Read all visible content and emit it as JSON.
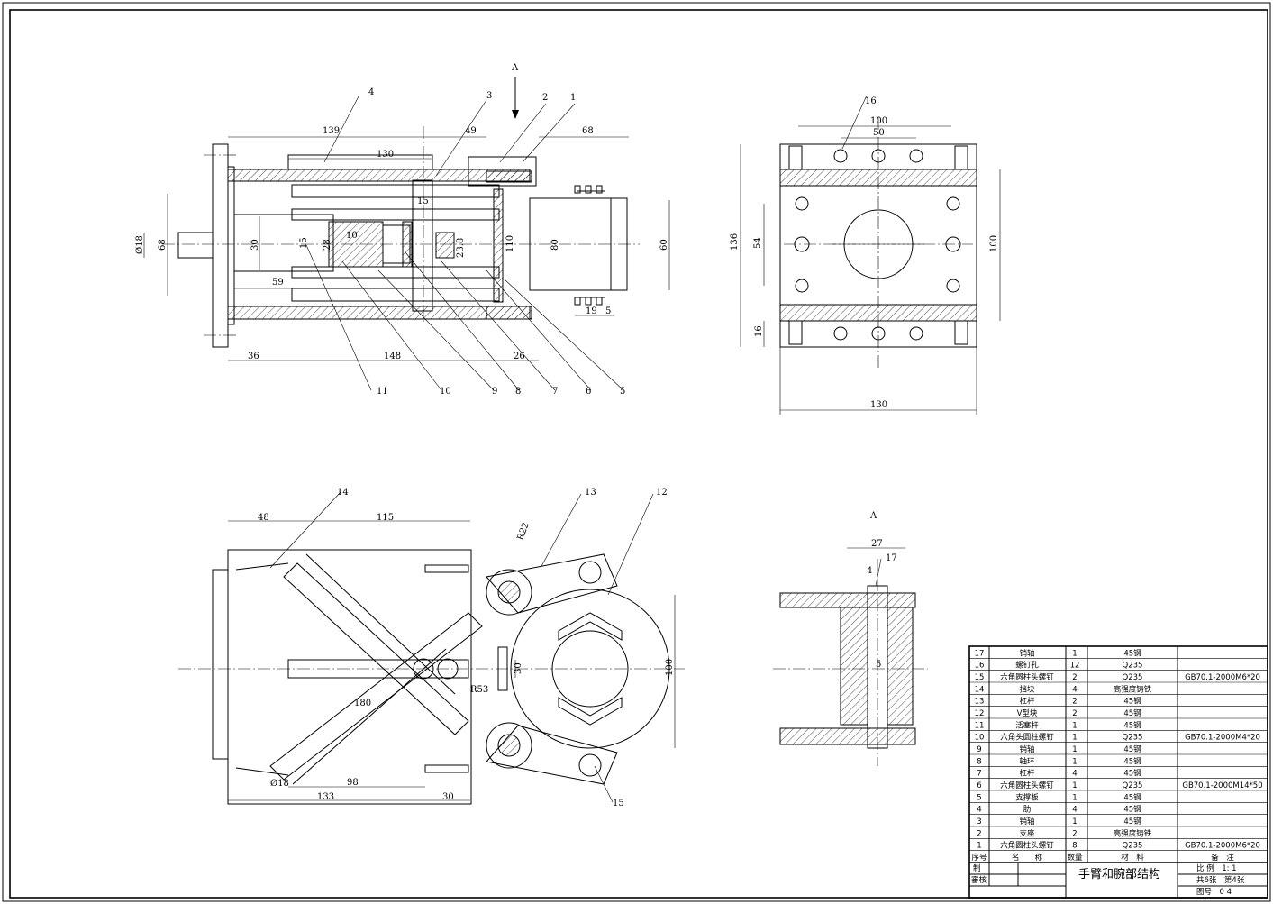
{
  "view_labels": {
    "section_marker": "A",
    "detail_view": "A"
  },
  "top_left_dims": {
    "d139": "139",
    "d130": "130",
    "d49": "49",
    "d68": "68",
    "d15": "15",
    "d18": "Ø18",
    "d68v": "68",
    "d30": "30",
    "d59": "59",
    "d36": "36",
    "d148": "148",
    "d26": "26",
    "d28": "28",
    "d10": "10",
    "d15v": "15",
    "d23_8": "23.8",
    "d110": "110",
    "d80": "80",
    "d60": "60",
    "d19": "19",
    "d5": "5"
  },
  "top_left_balloons": [
    "4",
    "3",
    "2",
    "1",
    "11",
    "10",
    "9",
    "8",
    "7",
    "6",
    "5"
  ],
  "top_right_dims": {
    "d100": "100",
    "d50": "50",
    "d136": "136",
    "d54": "54",
    "d100v": "100",
    "d16": "16",
    "d130": "130"
  },
  "top_right_balloons": [
    "16"
  ],
  "bottom_left_dims": {
    "d48": "48",
    "d115": "115",
    "r22": "R22",
    "r53": "R53",
    "d30": "30",
    "d100": "100",
    "d180": "180",
    "d98": "98",
    "d133": "133",
    "d30b": "30",
    "d18": "Ø18"
  },
  "bottom_left_balloons": [
    "14",
    "13",
    "12",
    "15"
  ],
  "detail_dims": {
    "d27": "27",
    "d4": "4",
    "d5": "5"
  },
  "detail_balloons": [
    "17"
  ],
  "bom": {
    "rows": [
      {
        "no": "17",
        "name": "销轴",
        "qty": "1",
        "material": "45钢",
        "note": ""
      },
      {
        "no": "16",
        "name": "螺钉孔",
        "qty": "12",
        "material": "Q235",
        "note": ""
      },
      {
        "no": "15",
        "name": "六角圆柱头螺钉",
        "qty": "2",
        "material": "Q235",
        "note": "GB70.1-2000M6*20"
      },
      {
        "no": "14",
        "name": "挡块",
        "qty": "4",
        "material": "高强度铸铁",
        "note": ""
      },
      {
        "no": "13",
        "name": "杠杆",
        "qty": "2",
        "material": "45钢",
        "note": ""
      },
      {
        "no": "12",
        "name": "V型块",
        "qty": "2",
        "material": "45钢",
        "note": ""
      },
      {
        "no": "11",
        "name": "活塞杆",
        "qty": "1",
        "material": "45钢",
        "note": ""
      },
      {
        "no": "10",
        "name": "六角头圆柱螺钉",
        "qty": "1",
        "material": "Q235",
        "note": "GB70.1-2000M4*20"
      },
      {
        "no": "9",
        "name": "销轴",
        "qty": "1",
        "material": "45钢",
        "note": ""
      },
      {
        "no": "8",
        "name": "轴环",
        "qty": "1",
        "material": "45钢",
        "note": ""
      },
      {
        "no": "7",
        "name": "杠杆",
        "qty": "4",
        "material": "45钢",
        "note": ""
      },
      {
        "no": "6",
        "name": "六角圆柱头螺钉",
        "qty": "1",
        "material": "Q235",
        "note": "GB70.1-2000M14*50"
      },
      {
        "no": "5",
        "name": "支撑板",
        "qty": "1",
        "material": "45钢",
        "note": ""
      },
      {
        "no": "4",
        "name": "肋",
        "qty": "4",
        "material": "45钢",
        "note": ""
      },
      {
        "no": "3",
        "name": "销轴",
        "qty": "1",
        "material": "45钢",
        "note": ""
      },
      {
        "no": "2",
        "name": "支座",
        "qty": "2",
        "material": "高强度铸铁",
        "note": ""
      },
      {
        "no": "1",
        "name": "六角圆柱头螺钉",
        "qty": "8",
        "material": "Q235",
        "note": "GB70.1-2000M6*20"
      }
    ],
    "header": {
      "no": "序号",
      "name": "名　　称",
      "qty": "数量",
      "material": "材　料",
      "note": "备　注"
    }
  },
  "title_block": {
    "title": "手臂和腕部结构",
    "drawn": "制",
    "checked": "審核",
    "scale": "比 例　1: 1",
    "sheets": "共6张　第4张",
    "drawing_no": "图号　0 4"
  }
}
